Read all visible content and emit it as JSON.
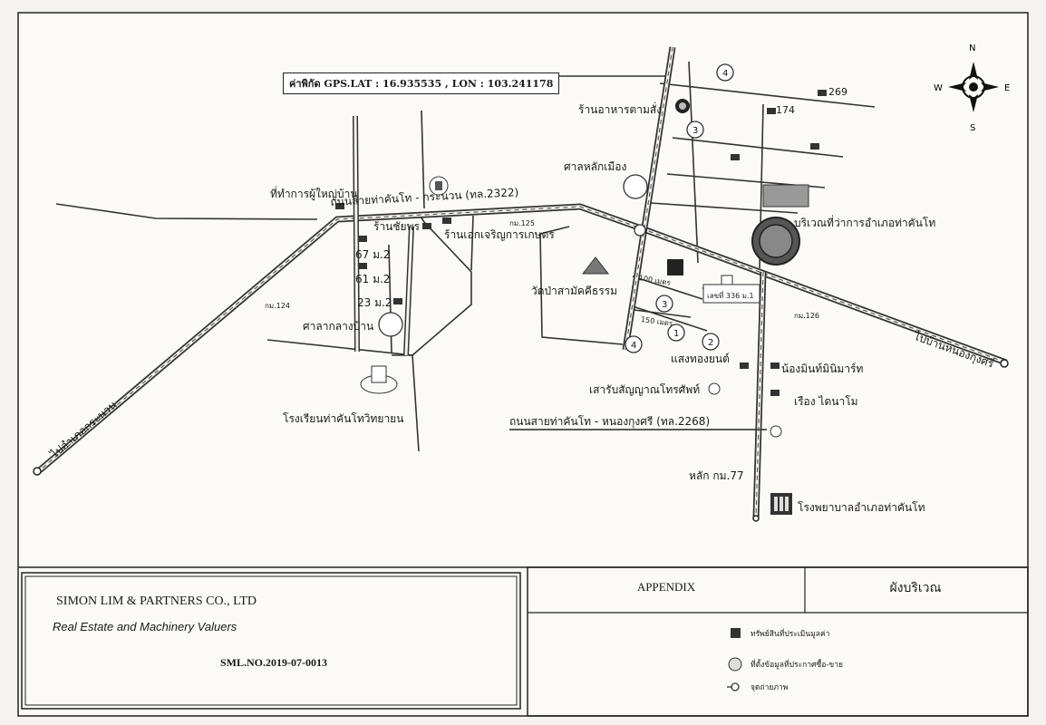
{
  "gps": "ค่าพิกัด  GPS.LAT : 16.935535 , LON : 103.241178",
  "compass": {
    "n": "N",
    "s": "S",
    "e": "E",
    "w": "W"
  },
  "places": {
    "restaurant": "ร้านอาหารตามสั่ง",
    "city_pillar": "ศาลหลักเมือง",
    "headman_office": "ที่ทำการผู้ใหญ่บ้าน",
    "road_tha_khan_tho": "ถนนสายท่าคันโท - กระนวน (ทล.2322)",
    "ran_chai": "ร้านชัยพร",
    "ran_lek": "ร้านเอกเจริญการเกษตร",
    "km125": "กม.125",
    "district_office": "บริเวณที่ว่าการอำเภอท่าคันโท",
    "house_67": "67 ม.2",
    "house_61": "61 ม.2",
    "house_23": "23 ม.2",
    "km124": "กม.124",
    "wat": "วัดป่าสามัคคีธรรม",
    "house_no": "เลขที่ 336 ม.1",
    "km126": "กม.126",
    "to_nong_kung_si": "ไปบ้านหนองกุงศรี",
    "sala": "ศาลากลางบ้าน",
    "saeng_thong": "แสงทองยนต์",
    "nong_min": "น้องมินท์มินิมาร์ท",
    "telecom_tower": "เสารับสัญญาณโทรศัพท์",
    "rueang": "เรือง ไดนาโม",
    "school": "โรงเรียนท่าคันโทวิทยายน",
    "road_2268": "ถนนสายท่าคันโท - หนองกุงศรี (ทล.2268)",
    "km77": "หลัก กม.77",
    "hospital": "โรงพยาบาลอำเภอท่าคันโท",
    "to_kranuan": "ไปอำเภอกระนวน",
    "dist_100": "100 เมตร",
    "dist_150": "150 เมตร",
    "n174": "174",
    "n269": "269"
  },
  "photo_points": [
    "1",
    "2",
    "3",
    "4"
  ],
  "title_block": {
    "company": "SIMON LIM & PARTNERS CO., LTD",
    "tagline": "Real Estate and Machinery Valuers",
    "reference": "SML.NO.2019-07-0013",
    "appendix": "APPENDIX",
    "plan": "ผังบริเวณ"
  },
  "legend": [
    {
      "label": "ทรัพย์สินที่ประเมินมูลค่า",
      "symbol": "subject-property"
    },
    {
      "label": "ที่ตั้งข้อมูลที่ประกาศซื้อ-ขาย",
      "symbol": "market-data"
    },
    {
      "label": "จุดถ่ายภาพ",
      "symbol": "photo-point"
    }
  ]
}
